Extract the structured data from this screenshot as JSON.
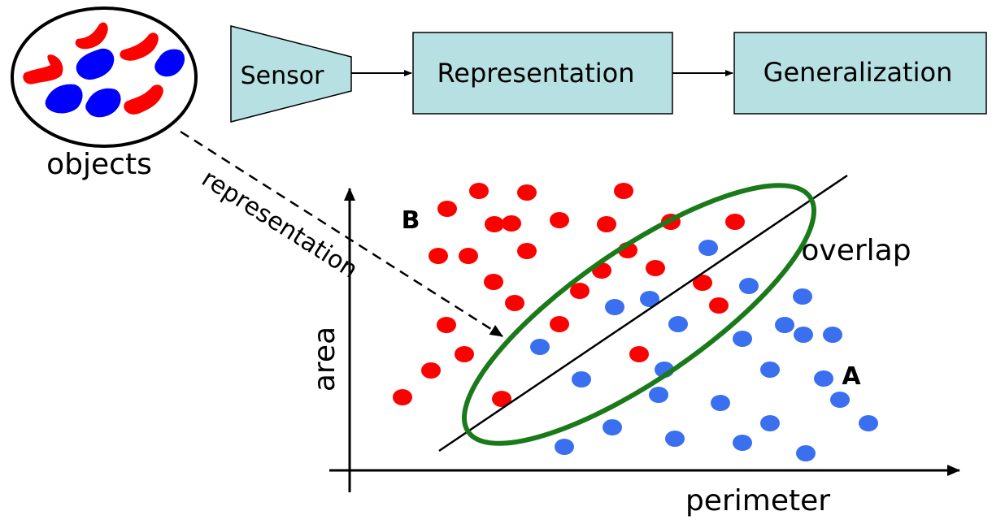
{
  "pipeline": {
    "sensor_label": "Sensor",
    "representation_label": "Representation",
    "generalization_label": "Generalization",
    "box_fill": "#b7e0e2"
  },
  "objects": {
    "label": "objects",
    "class_colors": {
      "red": "#ff0000",
      "blue": "#0000ff"
    }
  },
  "arrow_label": "representation",
  "plot": {
    "xlabel": "perimeter",
    "ylabel": "area",
    "overlap_label": "overlap",
    "class_a_label": "A",
    "class_b_label": "B",
    "red_points": [
      [
        495,
        489
      ],
      [
        530,
        456
      ],
      [
        571,
        436
      ],
      [
        549,
        400
      ],
      [
        539,
        315
      ],
      [
        576,
        315
      ],
      [
        550,
        257
      ],
      [
        589,
        235
      ],
      [
        608,
        276
      ],
      [
        629,
        275
      ],
      [
        648,
        237
      ],
      [
        648,
        309
      ],
      [
        688,
        271
      ],
      [
        607,
        347
      ],
      [
        633,
        373
      ],
      [
        713,
        358
      ],
      [
        740,
        333
      ],
      [
        746,
        276
      ],
      [
        772,
        308
      ],
      [
        806,
        330
      ],
      [
        825,
        273
      ],
      [
        767,
        235
      ],
      [
        904,
        273
      ],
      [
        864,
        348
      ],
      [
        884,
        376
      ],
      [
        688,
        399
      ],
      [
        786,
        436
      ],
      [
        617,
        491
      ]
    ],
    "blue_points": [
      [
        871,
        305
      ],
      [
        921,
        352
      ],
      [
        987,
        365
      ],
      [
        756,
        378
      ],
      [
        799,
        368
      ],
      [
        834,
        399
      ],
      [
        913,
        417
      ],
      [
        965,
        400
      ],
      [
        988,
        412
      ],
      [
        1024,
        412
      ],
      [
        947,
        455
      ],
      [
        1013,
        466
      ],
      [
        1033,
        492
      ],
      [
        1068,
        521
      ],
      [
        664,
        427
      ],
      [
        715,
        467
      ],
      [
        817,
        455
      ],
      [
        810,
        486
      ],
      [
        886,
        496
      ],
      [
        947,
        521
      ],
      [
        753,
        526
      ],
      [
        694,
        550
      ],
      [
        830,
        540
      ],
      [
        913,
        545
      ],
      [
        991,
        558
      ]
    ],
    "point_colors": {
      "red": "#ff0000",
      "blue": "#3a6ff0"
    },
    "ellipse_color": "#1a7a1a"
  }
}
